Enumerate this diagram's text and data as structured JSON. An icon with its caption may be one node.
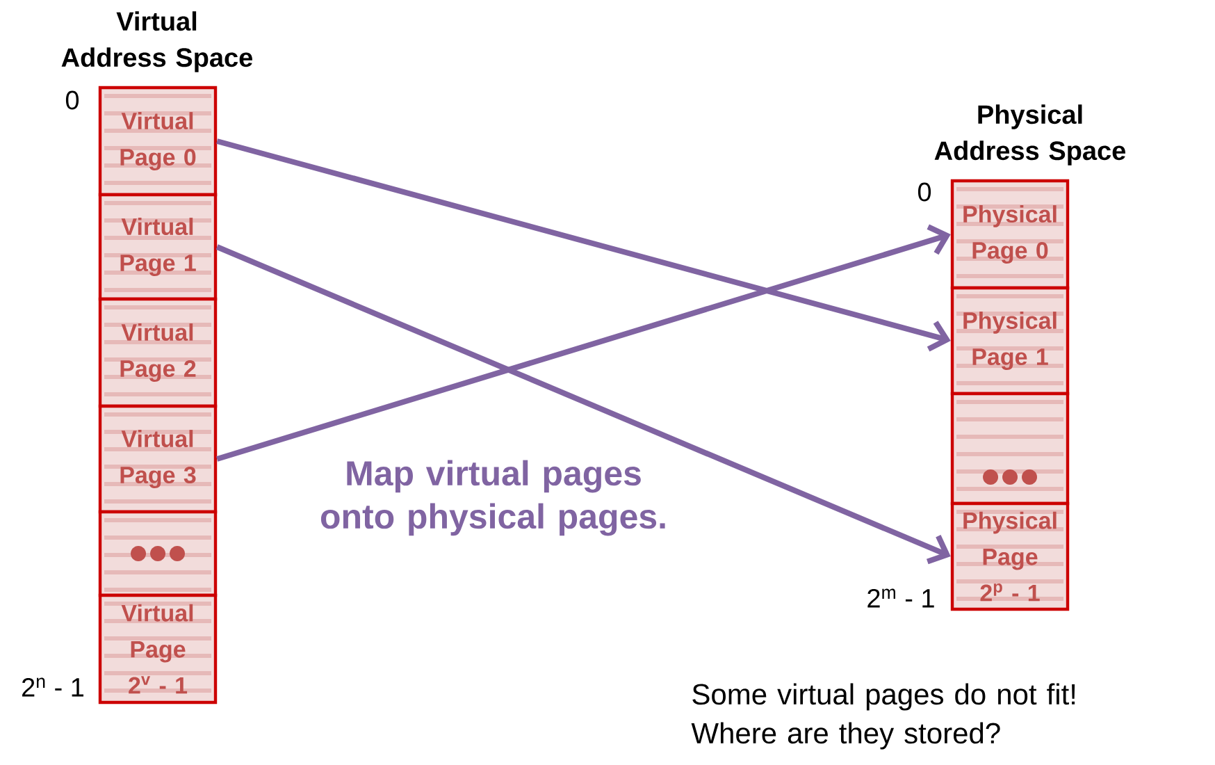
{
  "diagram": {
    "nodes": [
      {
        "text": [
          "Virtual Page 0"
        ]
      },
      {
        "text": [
          "Virtual Page 1"
        ]
      },
      {
        "text": [
          "Virtual Page 2"
        ]
      },
      {
        "text": [
          "Virtual Page 3"
        ]
      },
      {
        "text": [],
        "shape": "box"
      },
      {
        "text": [
          "Virtual Page 2$^{v}$ - 1"
        ]
      },
      {
        "text": [
          "Physical Page 0"
        ]
      },
      {
        "text": [
          "Physical Page 1"
        ]
      },
      {
        "text": [],
        "shape": "box"
      },
      {
        "text": [
          "Physical Page 2$^{p}$ - 1"
        ]
      }
    ],
    "edges": [
      {
        "from": 0,
        "to": 7,
        "arrow": "to"
      },
      {
        "from": 1,
        "to": 9,
        "arrow": "to"
      },
      {
        "from": 3,
        "to": 6,
        "arrow": "to"
      }
    ],
    "labels": [
      "Virtual Address Space",
      "0",
      "2$^{n}$ - 1",
      "Physical Address Space",
      "0",
      "2$^{m}$ - 1",
      "Map virtual pages onto physical pages.",
      "Some virtual pages do not fit! Where are they stored?"
    ]
  }
}
